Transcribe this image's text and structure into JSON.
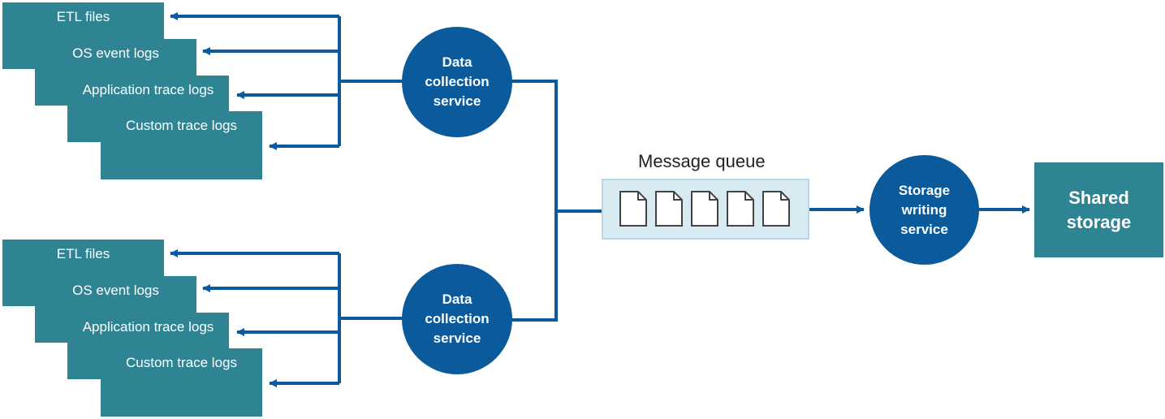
{
  "groups": [
    {
      "sources": [
        "ETL files",
        "OS event logs",
        "Application trace logs",
        "Custom trace logs"
      ],
      "service": "Data\ncollection\nservice"
    },
    {
      "sources": [
        "ETL files",
        "OS event logs",
        "Application trace logs",
        "Custom trace logs"
      ],
      "service": "Data\ncollection\nservice"
    }
  ],
  "queue": {
    "label": "Message queue",
    "message_count": 5
  },
  "writer": "Storage\nwriting\nservice",
  "storage": "Shared\nstorage",
  "colors": {
    "source_box": "#2f8494",
    "service": "#0b5a9c",
    "arrow": "#0b5a9c",
    "queue_fill": "#d8ebf2",
    "queue_border": "#b7d8e6"
  }
}
